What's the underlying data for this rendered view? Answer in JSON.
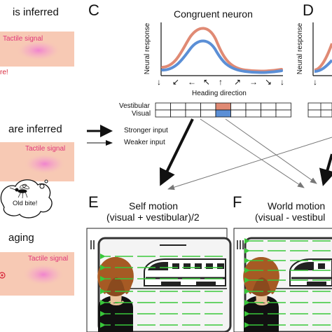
{
  "left_column": {
    "heading_1": "is inferred",
    "tactile_1": "Tactile signal",
    "warn_1": "re!",
    "heading_2": "are inferred",
    "tactile_2": "Tactile signal",
    "bubble": "Old bite!",
    "heading_3": "aging",
    "tactile_3": "Tactile signal"
  },
  "panel_c": {
    "letter": "C",
    "title": "Congruent neuron",
    "ylabel": "Neural response",
    "xlabel": "Heading direction",
    "direction_arrows": [
      "↓",
      "↙",
      "←",
      "↖",
      "↑",
      "↗",
      "→",
      "↘",
      "↓"
    ],
    "row_labels": [
      "Vestibular",
      "Visual"
    ],
    "highlight_cell": 4,
    "cells": 9,
    "colors": {
      "vestibular": "#e08a74",
      "visual": "#5b8fd6"
    }
  },
  "panel_d": {
    "letter": "D",
    "ylabel": "Neural response"
  },
  "legend": {
    "strong": "Stronger input",
    "weak": "Weaker input"
  },
  "panel_e": {
    "letter": "E",
    "title_1": "Self motion",
    "title_2": "(visual + vestibular)/2"
  },
  "panel_f": {
    "letter": "F",
    "title_1": "World motion",
    "title_2": "(visual - vestibul"
  },
  "colors": {
    "tactile_bg": "#f7c9b4",
    "tactile_glow": "#f07fd0",
    "flow_arrow": "#39c83a",
    "skin": "#e9c49b",
    "hair": "#8a4a1e"
  }
}
